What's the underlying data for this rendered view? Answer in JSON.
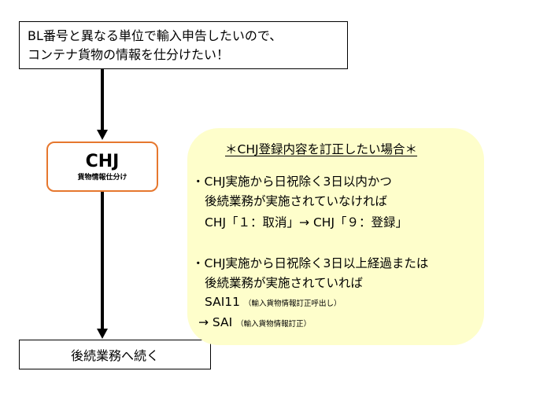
{
  "top_box": {
    "line1": "BL番号と異なる単位で輸入申告したいので、",
    "line2": "コンテナ貨物の情報を仕分けたい！"
  },
  "chj_box": {
    "title": "CHJ",
    "subtitle": "貨物情報仕分け"
  },
  "bottom_box": {
    "label": "後続業務へ続く"
  },
  "note": {
    "title": "＊CHJ登録内容を訂正したい場合＊",
    "case1": {
      "line1": "・CHJ実施から日祝除く3日以内かつ",
      "line2": "後続業務が実施されていなければ",
      "line3": "CHJ「１：取消」→ CHJ「９：登録」"
    },
    "case2": {
      "line1": "・CHJ実施から日祝除く3日以上経過または",
      "line2": "後続業務が実施されていれば",
      "line3_main": "SAI11",
      "line3_small": "（輸入貨物情報訂正呼出し）",
      "line4_main": "→ SAI",
      "line4_small": "（輸入貨物情報訂正）"
    }
  },
  "colors": {
    "chj_border": "#e6772e",
    "note_bg": "#fefecb",
    "arrow": "#000000"
  }
}
